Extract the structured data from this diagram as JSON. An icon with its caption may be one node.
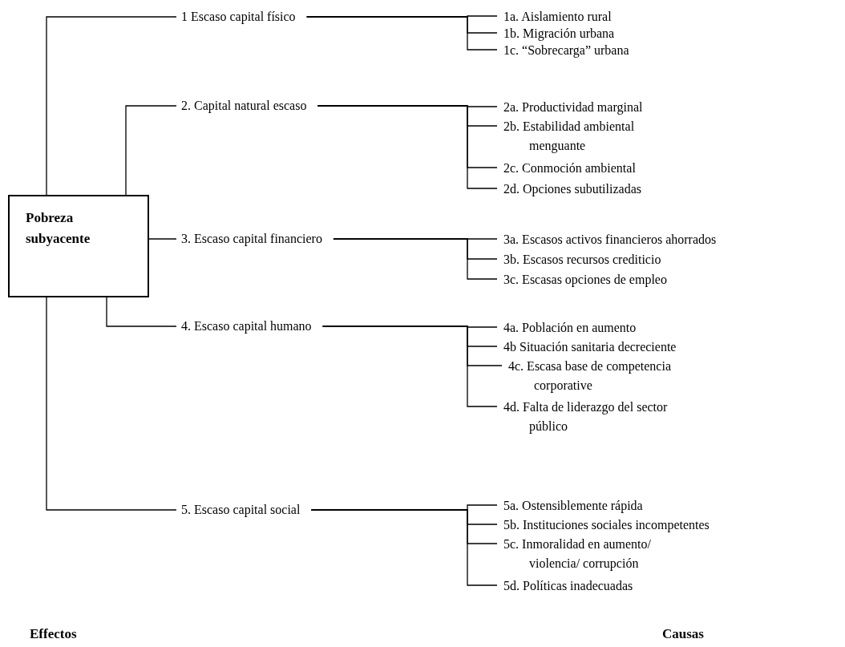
{
  "diagram": {
    "nodes": [
      {
        "text": [
          "Pobreza subyacente"
        ]
      },
      {
        "text": [
          "1 Escaso capital físico"
        ]
      },
      {
        "text": [
          "2. Capital natural escaso"
        ]
      },
      {
        "text": [
          "3. Escaso capital financiero"
        ]
      },
      {
        "text": [
          "4. Escaso capital humano"
        ]
      },
      {
        "text": [
          "5. Escaso capital social"
        ]
      },
      {
        "text": [
          "1a. Aislamiento rural"
        ]
      },
      {
        "text": [
          "1b. Migración urbana"
        ]
      },
      {
        "text": [
          "1c. “Sobrecarga” urbana"
        ]
      },
      {
        "text": [
          "2a. Productividad marginal"
        ]
      },
      {
        "text": [
          "2b. Estabilidad ambiental menguante"
        ]
      },
      {
        "text": [
          "2c. Conmoción ambiental"
        ]
      },
      {
        "text": [
          "2d. Opciones subutilizadas"
        ]
      },
      {
        "text": [
          "3a. Escasos activos financieros ahorrados"
        ]
      },
      {
        "text": [
          "3b. Escasos recursos crediticio"
        ]
      },
      {
        "text": [
          "3c. Escasas opciones de empleo"
        ]
      },
      {
        "text": [
          "4a. Población en aumento"
        ]
      },
      {
        "text": [
          "4b Situación sanitaria decreciente"
        ]
      },
      {
        "text": [
          "4c. Escasa base de competencia corporative"
        ]
      },
      {
        "text": [
          "4d. Falta de liderazgo del sector público"
        ]
      },
      {
        "text": [
          "5a. Ostensiblemente rápida"
        ]
      },
      {
        "text": [
          "5b. Instituciones sociales incompetentes"
        ]
      },
      {
        "text": [
          "5c. Inmoralidad en aumento/ violencia/ corrupción"
        ]
      },
      {
        "text": [
          "5d. Políticas inadecuadas"
        ]
      }
    ],
    "edges": [
      {
        "from": 0,
        "to": 1,
        "arrow": "none"
      },
      {
        "from": 0,
        "to": 2,
        "arrow": "none"
      },
      {
        "from": 0,
        "to": 3,
        "arrow": "none"
      },
      {
        "from": 0,
        "to": 4,
        "arrow": "none"
      },
      {
        "from": 0,
        "to": 5,
        "arrow": "none"
      },
      {
        "from": 1,
        "to": 6,
        "arrow": "none"
      },
      {
        "from": 1,
        "to": 7,
        "arrow": "none"
      },
      {
        "from": 1,
        "to": 8,
        "arrow": "none"
      },
      {
        "from": 2,
        "to": 9,
        "arrow": "none"
      },
      {
        "from": 2,
        "to": 10,
        "arrow": "none"
      },
      {
        "from": 2,
        "to": 11,
        "arrow": "none"
      },
      {
        "from": 2,
        "to": 12,
        "arrow": "none"
      },
      {
        "from": 3,
        "to": 13,
        "arrow": "none"
      },
      {
        "from": 3,
        "to": 14,
        "arrow": "none"
      },
      {
        "from": 3,
        "to": 15,
        "arrow": "none"
      },
      {
        "from": 4,
        "to": 16,
        "arrow": "none"
      },
      {
        "from": 4,
        "to": 17,
        "arrow": "none"
      },
      {
        "from": 4,
        "to": 18,
        "arrow": "none"
      },
      {
        "from": 4,
        "to": 19,
        "arrow": "none"
      },
      {
        "from": 5,
        "to": 20,
        "arrow": "none"
      },
      {
        "from": 5,
        "to": 21,
        "arrow": "none"
      },
      {
        "from": 5,
        "to": 22,
        "arrow": "none"
      },
      {
        "from": 5,
        "to": 23,
        "arrow": "none"
      }
    ],
    "labels": [
      "Effectos",
      "Causas"
    ]
  }
}
